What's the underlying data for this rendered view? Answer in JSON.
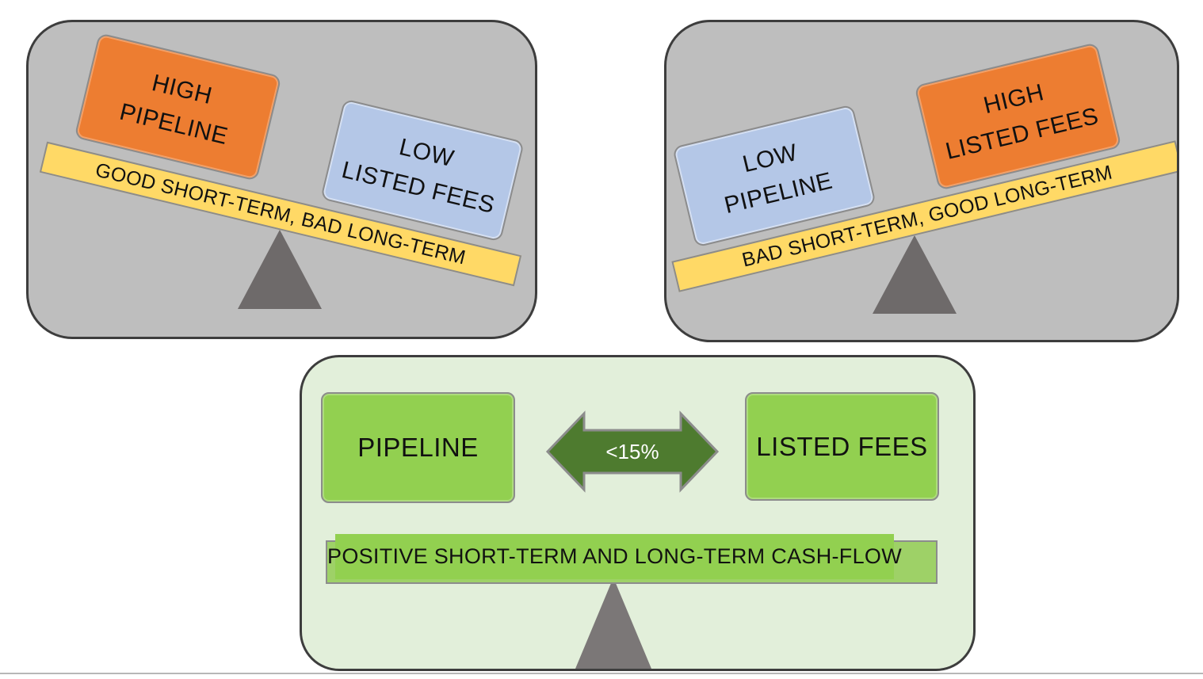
{
  "diagram": {
    "top_left_panel": {
      "weight_left": {
        "line1": "HIGH",
        "line2": "PIPELINE"
      },
      "weight_right": {
        "line1": "LOW",
        "line2": "LISTED FEES"
      },
      "beam_label": "GOOD SHORT-TERM, BAD LONG-TERM"
    },
    "top_right_panel": {
      "weight_left": {
        "line1": "LOW",
        "line2": "PIPELINE"
      },
      "weight_right": {
        "line1": "HIGH",
        "line2": "LISTED FEES"
      },
      "beam_label": "BAD SHORT-TERM, GOOD LONG-TERM"
    },
    "bottom_panel": {
      "box_left_label": "PIPELINE",
      "box_right_label": "LISTED FEES",
      "arrow_label": "<15%",
      "beam_label": "POSITIVE SHORT-TERM AND LONG-TERM CASH-FLOW"
    },
    "colors": {
      "panel_gray": "#bebebe",
      "panel_border": "#3d3d3d",
      "orange_box": "#ed7d31",
      "blue_box": "#b4c7e7",
      "yellow_beam": "#ffd966",
      "green_panel_bg": "#e2efda",
      "green_box": "#92d050",
      "green_bar_outer": "#9ed167",
      "arrow_green": "#4e7b2f",
      "fulcrum_gray": "#6e6a6a",
      "fulcrum_gray_light": "#7b7777",
      "shape_border_gray": "#8c8c8c",
      "footer_line": "#b7b7b7"
    }
  }
}
